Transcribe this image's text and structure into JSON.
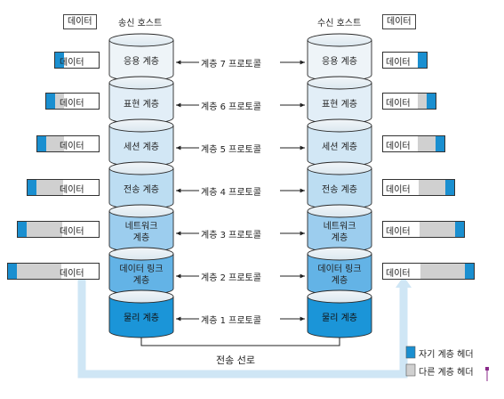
{
  "sender": {
    "title": "송신 호스트",
    "data_label": "데이터"
  },
  "receiver": {
    "title": "수신 호스트",
    "data_label": "데이터"
  },
  "layers": [
    {
      "name": "응용 계층",
      "protocol": "계층 7 프로토콜"
    },
    {
      "name": "표현 계층",
      "protocol": "계층 6 프로토콜"
    },
    {
      "name": "세션 계층",
      "protocol": "계층 5 프로토콜"
    },
    {
      "name": "전송 계층",
      "protocol": "계층 4 프로토콜"
    },
    {
      "name": "네트워크\n계층",
      "protocol": "계층 3 프로토콜"
    },
    {
      "name": "데이터 링크\n계층",
      "protocol": "계층 2 프로토콜"
    },
    {
      "name": "물리 계층",
      "protocol": "계층 1 프로토콜"
    }
  ],
  "layer_labels": [
    [
      "응용 계층"
    ],
    [
      "표현 계층"
    ],
    [
      "세션 계층"
    ],
    [
      "전송 계층"
    ],
    [
      "네트워크",
      "계층"
    ],
    [
      "데이터 링크",
      "계층"
    ],
    [
      "물리 계층"
    ]
  ],
  "packet_label": "데이터",
  "medium_label": "전송 선로",
  "legend": {
    "own_header": "자기 계층 헤더",
    "other_header": "다른 계층 헤더"
  },
  "colors": {
    "own_header": "#1a8fd0",
    "other_header": "#d0d0d0",
    "arrow": "#cfe6f5"
  }
}
